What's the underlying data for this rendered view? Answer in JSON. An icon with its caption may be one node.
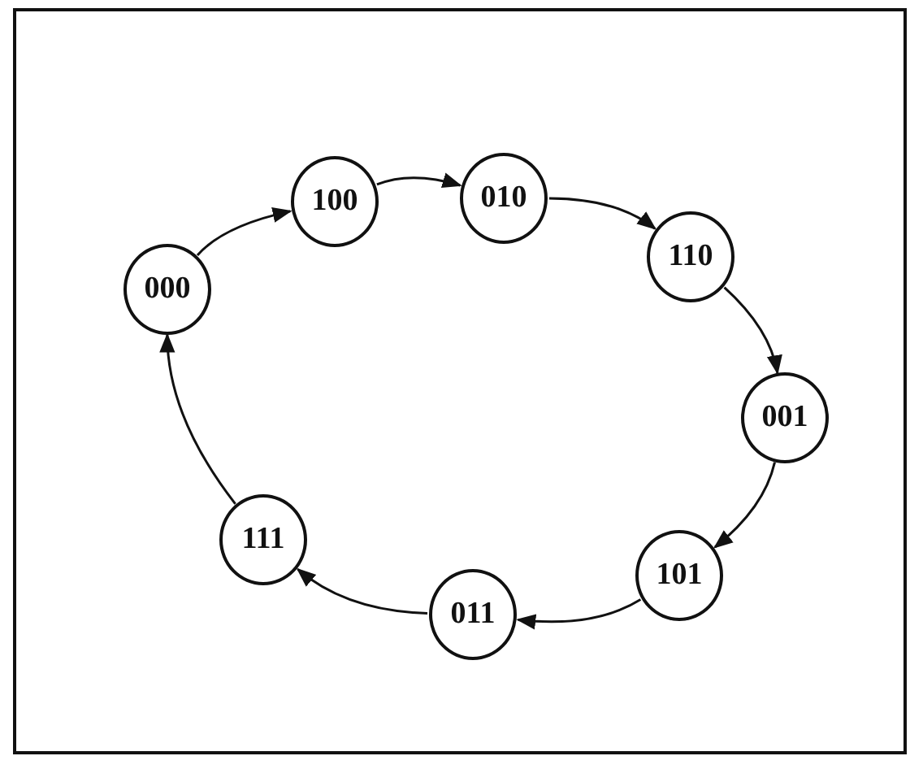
{
  "diagram": {
    "nodes": [
      {
        "text": [
          "000"
        ]
      },
      {
        "text": [
          "100"
        ]
      },
      {
        "text": [
          "010"
        ]
      },
      {
        "text": [
          "110"
        ]
      },
      {
        "text": [
          "001"
        ]
      },
      {
        "text": [
          "101"
        ]
      },
      {
        "text": [
          "011"
        ]
      },
      {
        "text": [
          "111"
        ]
      }
    ],
    "edges": [
      {
        "from": 0,
        "to": 1,
        "arrow": "to"
      },
      {
        "from": 1,
        "to": 2,
        "arrow": "to"
      },
      {
        "from": 2,
        "to": 3,
        "arrow": "to"
      },
      {
        "from": 3,
        "to": 4,
        "arrow": "to"
      },
      {
        "from": 4,
        "to": 5,
        "arrow": "to"
      },
      {
        "from": 5,
        "to": 6,
        "arrow": "to"
      },
      {
        "from": 6,
        "to": 7,
        "arrow": "to"
      },
      {
        "from": 7,
        "to": 0,
        "arrow": "to"
      }
    ]
  }
}
